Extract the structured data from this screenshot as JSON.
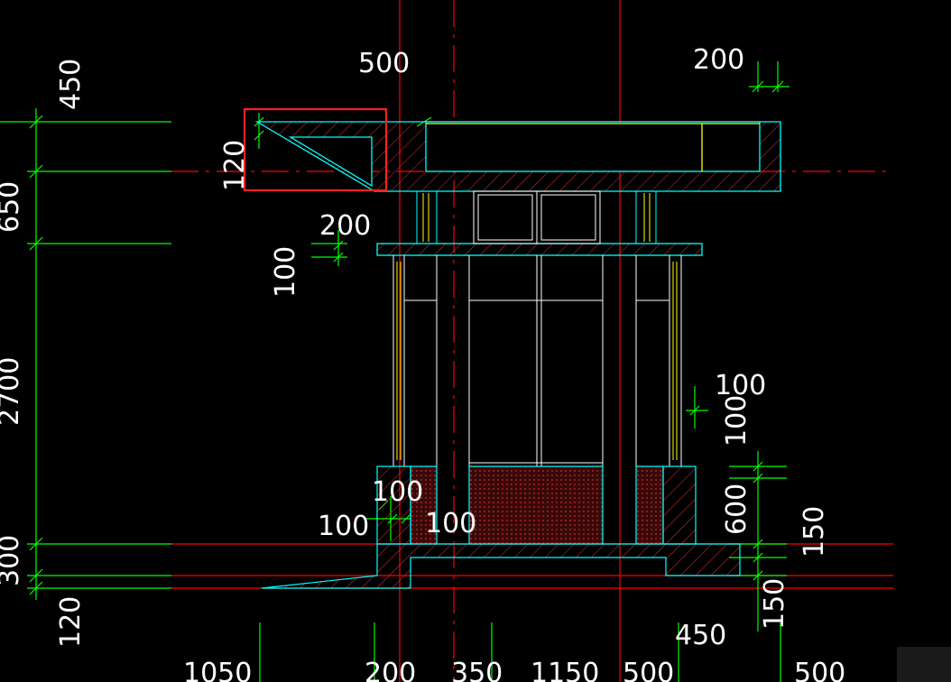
{
  "drawing": {
    "dimensions": {
      "top_500": "500",
      "top_200": "200",
      "left_450": "450",
      "left_650": "650",
      "left_2700": "2700",
      "left_300": "300",
      "left_120": "120",
      "canopy_120": "120",
      "canopy_200": "200",
      "canopy_100": "100",
      "right_100_a": "100",
      "right_100_b": "100",
      "right_600": "600",
      "right_150_a": "150",
      "right_150_b": "150",
      "base_100_a": "100",
      "base_100_b": "100",
      "base_100_c": "100",
      "bottom_450": "450",
      "bottom_1050": "1050",
      "bottom_200": "200",
      "bottom_350": "350",
      "bottom_1150": "1150",
      "bottom_500_a": "500",
      "bottom_500_b": "500"
    },
    "colors": {
      "background": "#000000",
      "dimension_line": "#00ff00",
      "axis_line": "#ff0000",
      "structure_line": "#00ffff",
      "window_line": "#ffffff",
      "frame_line": "#ffff00",
      "highlight": "#ff2020",
      "masonry_fill": "#8a1a1a"
    }
  }
}
